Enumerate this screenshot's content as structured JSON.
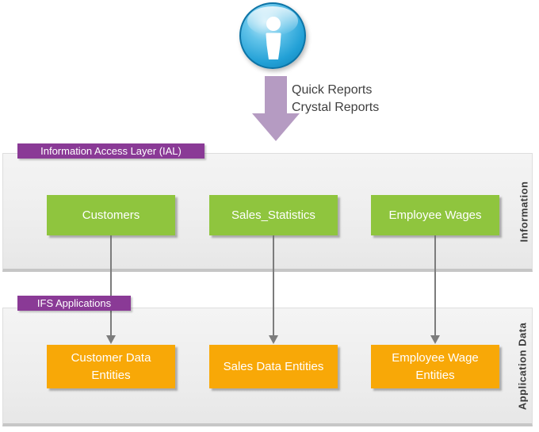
{
  "flow": {
    "icon": "user-icon",
    "label_line1": "Quick Reports",
    "label_line2": "Crystal Reports"
  },
  "layers": [
    {
      "header": "Information Access Layer (IAL)",
      "side_label": "Information",
      "boxes": [
        "Customers",
        "Sales_Statistics",
        "Employee Wages"
      ]
    },
    {
      "header": "IFS Applications",
      "side_label": "Application Data",
      "boxes": [
        "Customer Data Entities",
        "Sales Data Entities",
        "Employee Wage Entities"
      ]
    }
  ],
  "colors": {
    "band_purple": "#8a3a96",
    "node_green": "#8fc53e",
    "node_orange": "#f8a807",
    "flow_arrow_purple": "#b59bc2",
    "connector_gray": "#7c7c7c",
    "icon_blue": "#22a0d6",
    "panel_gray": "#ececec"
  }
}
